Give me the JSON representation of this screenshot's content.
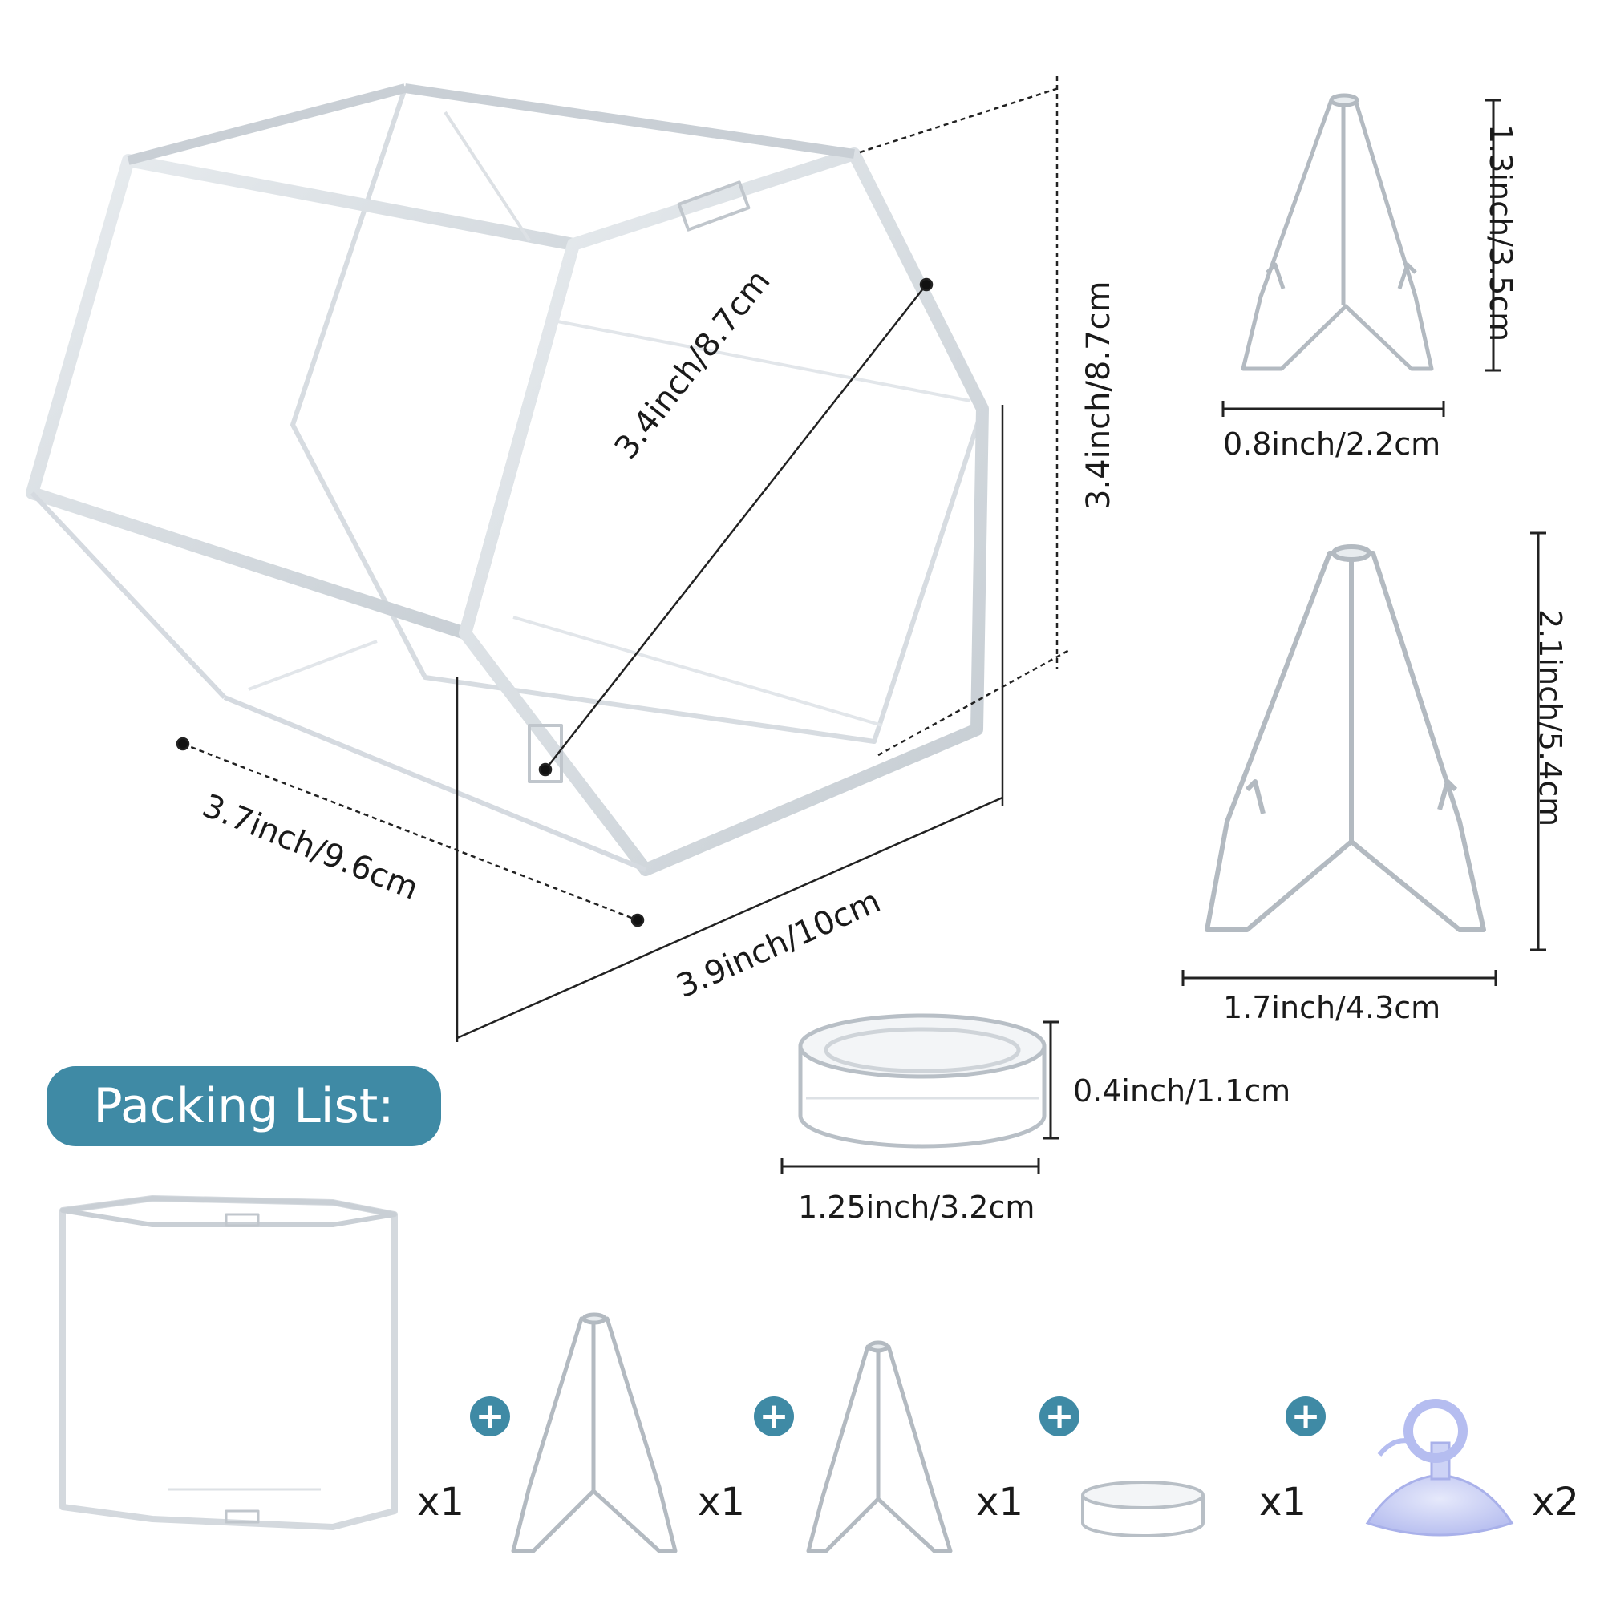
{
  "dimensions": {
    "box_diagonal": "3.4inch/8.7cm",
    "box_height": "3.4inch/8.7cm",
    "box_side": "3.7inch/9.6cm",
    "box_length": "3.9inch/10cm",
    "small_stand_height": "1.3inch/3.5cm",
    "small_stand_width": "0.8inch/2.2cm",
    "large_stand_height": "2.1inch/5.4cm",
    "large_stand_width": "1.7inch/4.3cm",
    "ring_height": "0.4inch/1.1cm",
    "ring_width": "1.25inch/3.2cm"
  },
  "packing_list": {
    "title": "Packing List:",
    "plus_symbol": "+",
    "items": [
      {
        "name": "hexagon display case",
        "qty": "x1"
      },
      {
        "name": "large stand",
        "qty": "x1"
      },
      {
        "name": "small stand",
        "qty": "x1"
      },
      {
        "name": "base ring",
        "qty": "x1"
      },
      {
        "name": "suction cup",
        "qty": "x2"
      }
    ]
  },
  "colors": {
    "accent": "#3f8aa5",
    "acrylic_edge": "#b8bfc6",
    "suction_cup": "#c9cff5"
  }
}
